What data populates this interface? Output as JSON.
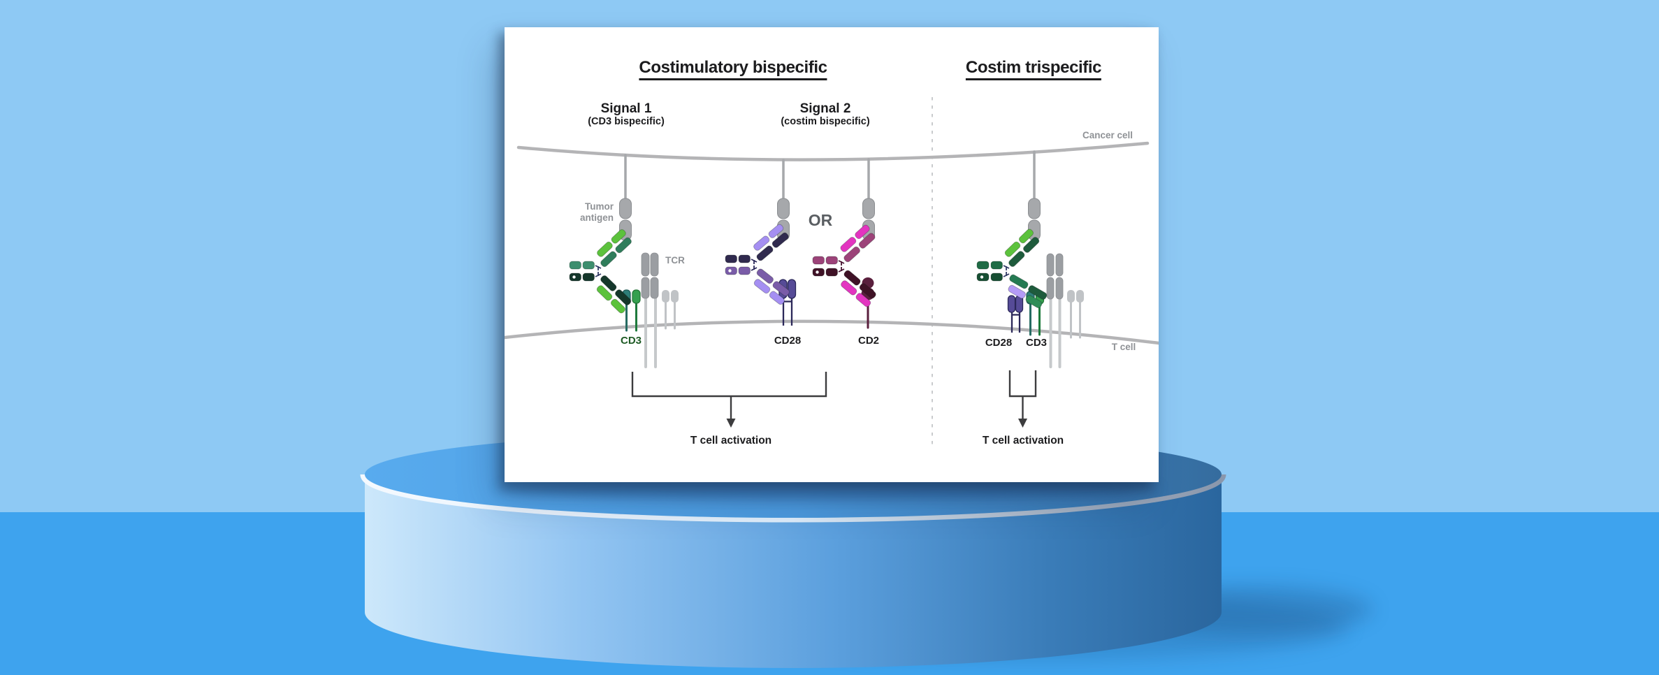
{
  "scene": {
    "colors": {
      "bg_top": "#8ec9f4",
      "bg_bottom": "#3ea3ee",
      "card_bg": "#ffffff",
      "ink": "#1c1c1e",
      "gray_label": "#8f9296",
      "or_gray": "#5a5e62",
      "bracket": "#3c3c3e",
      "divider": "#c9cbcd",
      "membrane": "#b4b4b6",
      "antigen_gray": "#a6a8ab",
      "receptor_gray": "#9b9ea2",
      "receptor_gray_light": "#c0c3c6",
      "stem_gray": "#c6c9cb",
      "receptor_stroke": "#8b8e91",
      "green_light": "#5cc23c",
      "green_teal": "#3e8e6e",
      "green_mid": "#2f7d5b",
      "green_deep": "#15372b",
      "tri_green": "#1f6b45",
      "tri_green_dark": "#174f33",
      "tri_arm_green": "#257a52",
      "tri_arm_dark": "#1e5b3c",
      "tri_tip_green": "#2f8d57",
      "lavender": "#b49bf6",
      "cd3_teal": "#2e7d78",
      "cd3_teal_stroke": "#1f5a56",
      "cd3_green": "#35a04f",
      "cd3_green_stroke": "#237436",
      "cd3_stem_teal": "#266b62",
      "cd3_stem_green": "#1e7a3c",
      "cd3_label_green": "#1e5b25",
      "purple_light": "#a58ff2",
      "purple_mid": "#7a5ca8",
      "navy": "#302a4e",
      "cd28_fill": "#564b97",
      "cd28_navy": "#2b2859",
      "magenta": "#e335c0",
      "plum": "#9c4379",
      "maroon": "#3f1226",
      "cd2_fill": "#5a1f3d",
      "cd2_hinge": "#471431",
      "hinge": "#333b66"
    }
  },
  "card": {
    "titles": {
      "bispecific": "Costimulatory bispecific",
      "trispecific": "Costim trispecific"
    },
    "signals": {
      "signal1": "Signal 1",
      "signal1_sub": "(CD3 bispecific)",
      "signal2": "Signal 2",
      "signal2_sub": "(costim bispecific)"
    },
    "labels": {
      "cancer_cell": "Cancer cell",
      "t_cell": "T cell",
      "tumor_line1": "Tumor",
      "tumor_line2": "antigen",
      "tcr": "TCR",
      "or": "OR",
      "cd3": "CD3",
      "cd28": "CD28",
      "cd2": "CD2",
      "tri_cd28": "CD28",
      "tri_cd3": "CD3",
      "activation_left": "T cell activation",
      "activation_right": "T cell activation"
    }
  }
}
